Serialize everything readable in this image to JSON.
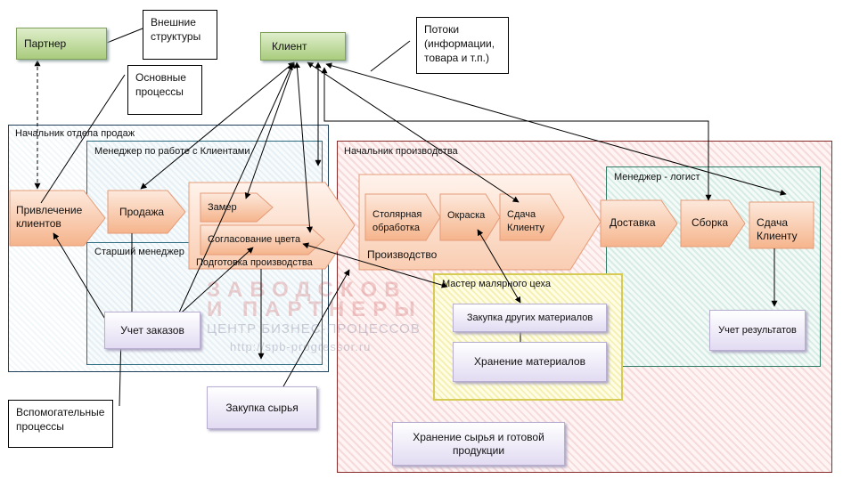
{
  "nodes": {
    "partner": "Партнер",
    "client": "Клиент",
    "attract": "Привлечение клиентов",
    "sales": "Продажа",
    "measure": "Замер",
    "color": "Согласование цвета",
    "prep": "Подготовка производства",
    "production": "Производство",
    "joinery": "Столярная обработка",
    "painting": "Окраска",
    "handover": "Сдача Клиенту",
    "delivery": "Доставка",
    "assembly": "Сборка",
    "handover2": "Сдача Клиенту",
    "orders": "Учет заказов",
    "buy_raw": "Закупка сырья",
    "buy_other": "Закупка других материалов",
    "store_mat": "Хранение материалов",
    "store_raw": "Хранение сырья и готовой продукции",
    "results": "Учет результатов"
  },
  "zones": {
    "sales_head": "Начальник отдела продаж",
    "client_mgr": "Менеджер по работе с Клиентами",
    "senior_mgr": "Старший менеджер",
    "prod_head": "Начальник производства",
    "logist": "Менеджер - логист",
    "paint_master": "Мастер малярного  цеха"
  },
  "notes": {
    "external": "Внешние структуры",
    "main": "Основные процессы",
    "flows": "Потоки (информации, товара и т.п.)",
    "aux": "Вспомогательные процессы"
  },
  "watermark": {
    "line1": "ЗАВОДСКОВ",
    "line2": "И ПАРТНЕРЫ",
    "line3": "ЦЕНТР БИЗНЕС-ПРОЦЕССОВ",
    "line4": "http://spb-progressor.ru"
  },
  "colors": {
    "client_green": "#a9cc7d",
    "chevron_fill": "#f5b48c",
    "prod_zone": "#8a2b2b",
    "paint_zone": "#d6cc55"
  }
}
